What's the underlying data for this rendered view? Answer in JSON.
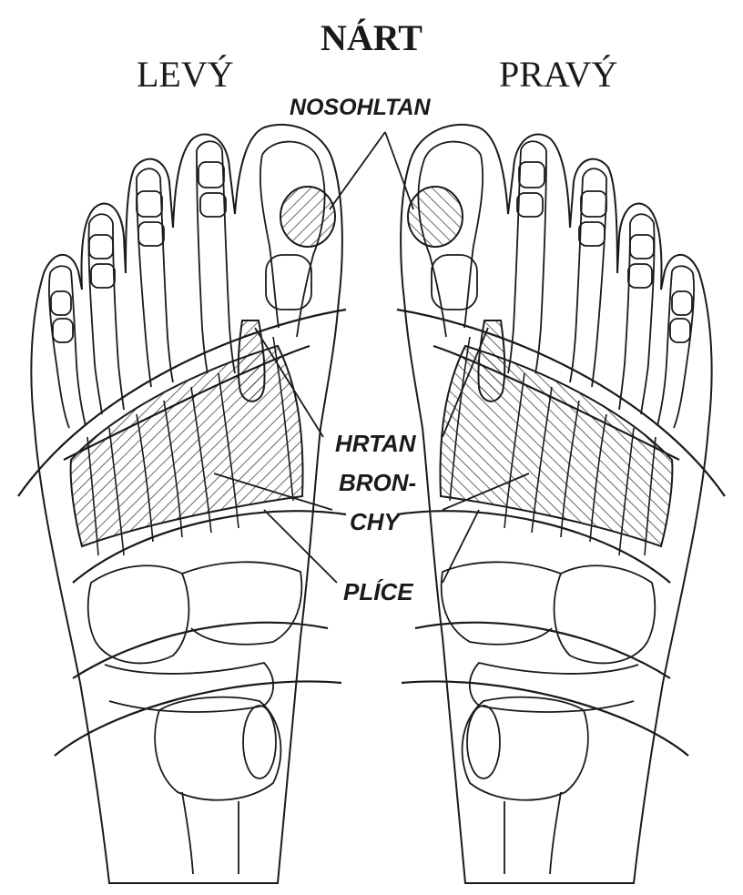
{
  "title": "NÁRT",
  "feet": {
    "left": {
      "label": "LEVÝ"
    },
    "right": {
      "label": "PRAVÝ"
    }
  },
  "zones": {
    "nasopharynx": "NOSOHLTAN",
    "larynx": "HRTAN",
    "bronchi_line1": "BRON-",
    "bronchi_line2": "CHY",
    "lungs": "PLÍCE"
  },
  "colors": {
    "ink": "#1a1a1a",
    "paper": "#ffffff",
    "hatch": "#2a2a2a"
  }
}
